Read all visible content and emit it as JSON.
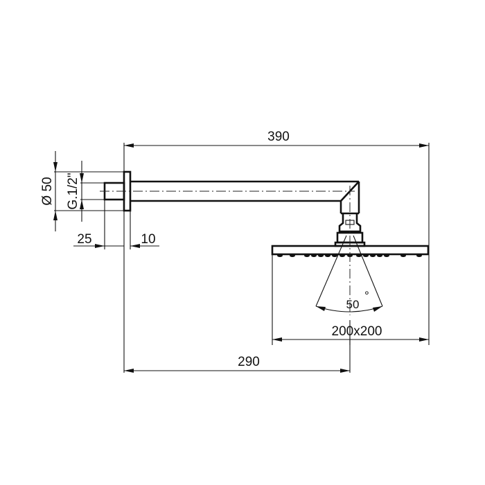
{
  "drawing": {
    "subject": "Wall-mounted shower arm with square shower head",
    "units": "mm",
    "dimensions": {
      "overall_length": "390",
      "arm_projection": "290",
      "head_size": "200x200",
      "spray_angle": "50",
      "spray_angle_unit": "°",
      "flange_diameter": "Ø 50",
      "thread": "G.1/2\"",
      "thread_length": "25",
      "flange_thickness": "10"
    }
  }
}
